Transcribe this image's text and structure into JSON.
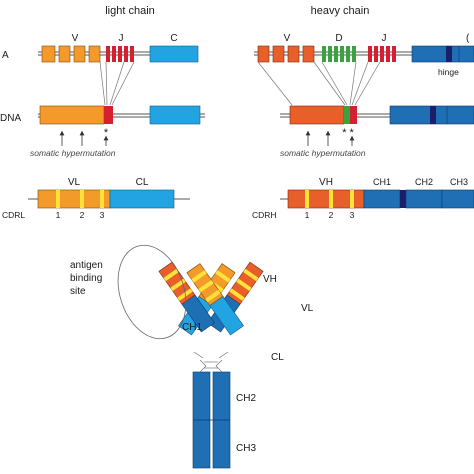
{
  "colors": {
    "orange": "#f39a2a",
    "orange_dark": "#e85f2a",
    "red": "#d42030",
    "red_dark": "#b5121f",
    "green": "#3aa23e",
    "cyan": "#22a4e3",
    "blue": "#1f6fb5",
    "blue_light": "#3f97d4",
    "navy": "#1b1f6a",
    "yellow": "#ffe23a",
    "line": "#555555"
  },
  "titles": {
    "light_chain": "light chain",
    "heavy_chain": "heavy chain"
  },
  "gene_labels": {
    "left_row1_prefix": "A",
    "left_row2_prefix": "DNA",
    "light_v": "V",
    "light_j": "J",
    "light_c": "C",
    "heavy_v": "V",
    "heavy_d": "D",
    "heavy_j": "J",
    "heavy_c_fragment": "(",
    "hinge": "hinge",
    "asterisk_light": "*",
    "asterisks_heavy": "* *",
    "somatic_light": "somatic hypermutation",
    "somatic_heavy": "somatic hypermutation"
  },
  "protein_labels": {
    "vl": "VL",
    "cl": "CL",
    "cdrl": "CDRL",
    "cdrl_nums": [
      "1",
      "2",
      "3"
    ],
    "vh": "VH",
    "ch1": "CH1",
    "ch2": "CH2",
    "ch3": "CH3",
    "cdrh": "CDRH",
    "cdrh_nums": [
      "1",
      "2",
      "3"
    ]
  },
  "antibody_labels": {
    "antigen_line1": "antigen",
    "antigen_line2": "binding",
    "antigen_line3": "site",
    "vh": "VH",
    "vl": "VL",
    "ch1": "CH1",
    "cl": "CL",
    "ch2": "CH2",
    "ch3": "CH3"
  }
}
